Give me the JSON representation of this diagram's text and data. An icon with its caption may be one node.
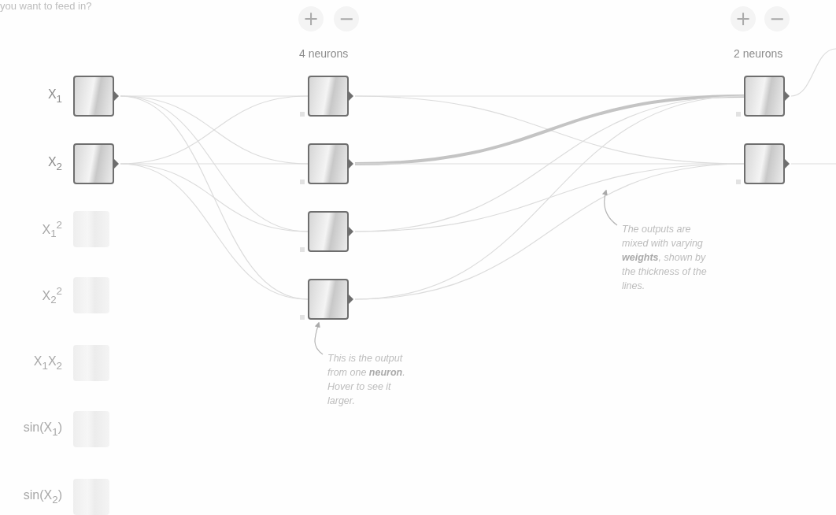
{
  "diagram": {
    "nodes": [
      {
        "text": [
          "X$_{1}$"
        ]
      },
      {
        "text": [
          "X$_{2}$"
        ]
      },
      {
        "text": [
          "X$_{1}$$^{2}$"
        ]
      },
      {
        "text": [
          "X$_{2}$$^{2}$"
        ]
      },
      {
        "text": [
          "X$_{1}$X$_{2}$"
        ]
      },
      {
        "text": [
          "sin(X$_{1}$)"
        ]
      },
      {
        "text": [
          "sin(X$_{2}$)"
        ]
      },
      {
        "text": [],
        "shape": "box"
      },
      {
        "text": [],
        "shape": "box"
      },
      {
        "text": [],
        "shape": "box"
      },
      {
        "text": [],
        "shape": "box"
      },
      {
        "text": [],
        "shape": "box"
      },
      {
        "text": [],
        "shape": "box"
      },
      {
        "text": [
          "This is the output from one **neuron**. Hover to see it larger."
        ]
      },
      {
        "text": [
          "The outputs are mixed with varying **weights**, shown by the thickness of the lines."
        ]
      }
    ],
    "edges": [
      {
        "from": 0,
        "to": 7,
        "arrow": "none"
      },
      {
        "from": 0,
        "to": 8,
        "arrow": "none"
      },
      {
        "from": 0,
        "to": 9,
        "arrow": "none"
      },
      {
        "from": 0,
        "to": 10,
        "arrow": "none"
      },
      {
        "from": 1,
        "to": 7,
        "arrow": "none"
      },
      {
        "from": 1,
        "to": 8,
        "arrow": "none"
      },
      {
        "from": 1,
        "to": 9,
        "arrow": "none"
      },
      {
        "from": 1,
        "to": 10,
        "arrow": "none"
      },
      {
        "from": 7,
        "to": 11,
        "arrow": "none"
      },
      {
        "from": 7,
        "to": 12,
        "arrow": "none"
      },
      {
        "from": 8,
        "to": 11,
        "arrow": "none",
        "style": "thick"
      },
      {
        "from": 8,
        "to": 12,
        "arrow": "none"
      },
      {
        "from": 9,
        "to": 11,
        "arrow": "none"
      },
      {
        "from": 9,
        "to": 12,
        "arrow": "none"
      },
      {
        "from": 10,
        "to": 11,
        "arrow": "none"
      },
      {
        "from": 10,
        "to": 12,
        "arrow": "none"
      },
      {
        "from": 11,
        "to": null,
        "arrow": "none"
      },
      {
        "from": 12,
        "to": null,
        "arrow": "none"
      },
      {
        "from": 13,
        "to": 10,
        "arrow": "to"
      },
      {
        "from": 14,
        "to": null,
        "arrow": "to"
      }
    ],
    "labels": [
      "you want to feed in?",
      "+",
      "−",
      "+",
      "−",
      "4 neurons",
      "2 neurons"
    ]
  }
}
